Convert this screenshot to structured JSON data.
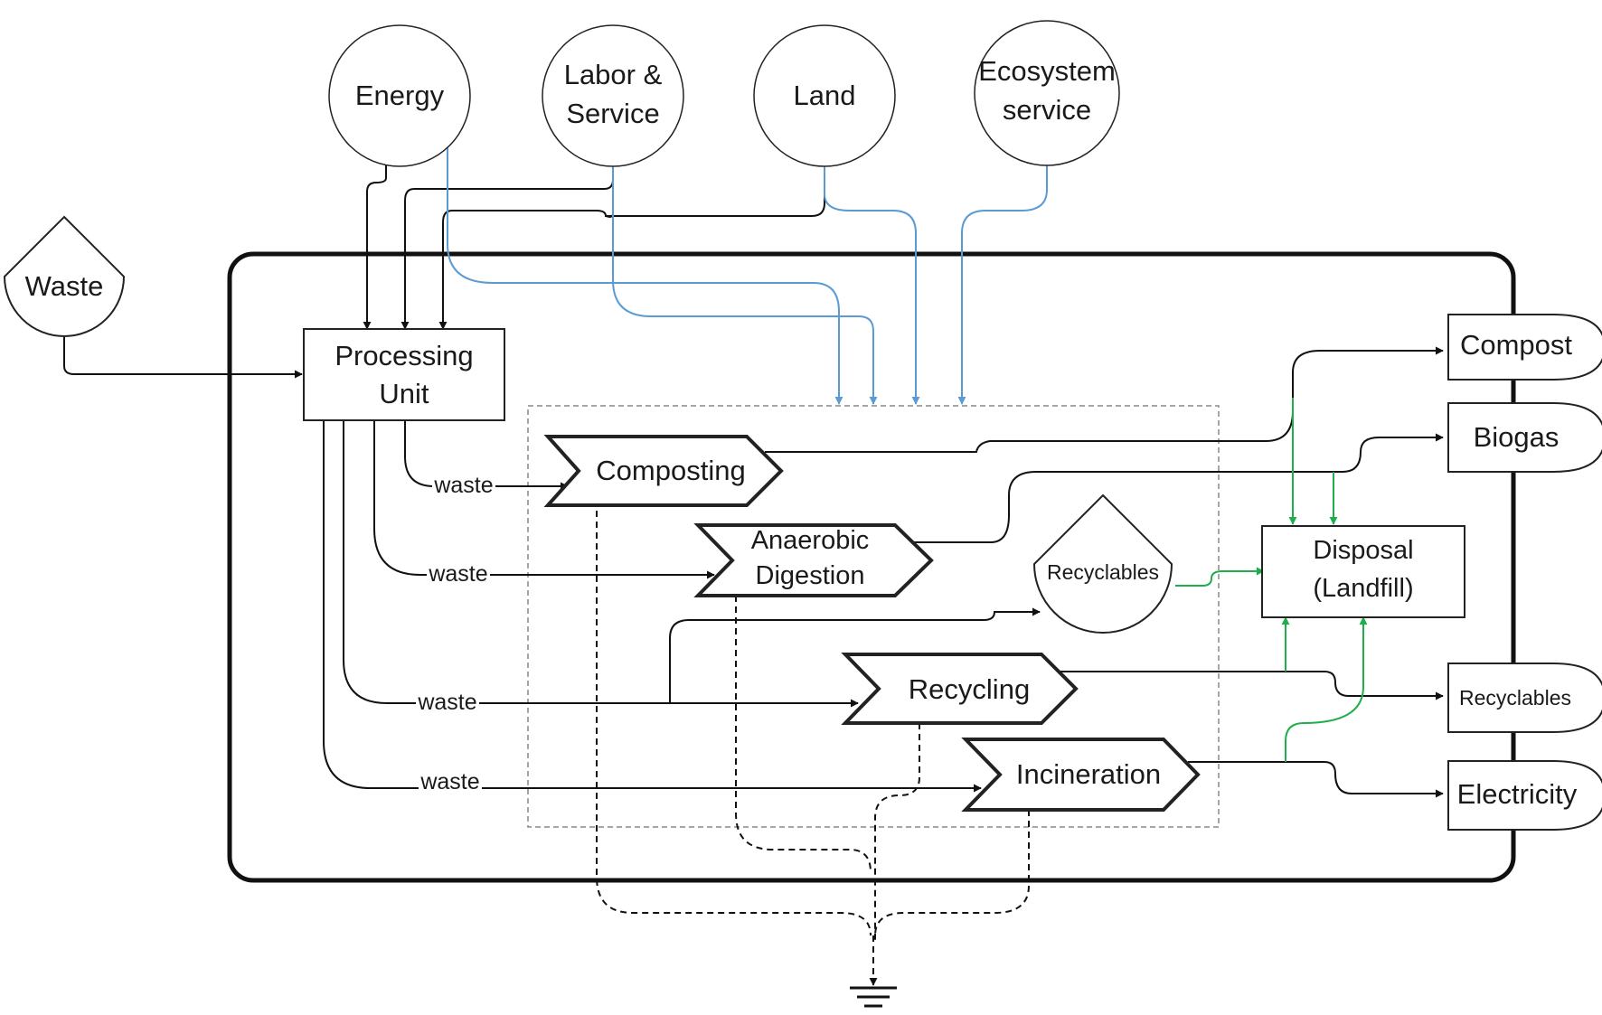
{
  "sources": {
    "energy": "Energy",
    "labor_line1": "Labor &",
    "labor_line2": "Service",
    "land": "Land",
    "eco_line1": "Ecosystem",
    "eco_line2": "service"
  },
  "input": {
    "waste": "Waste"
  },
  "processing_unit": {
    "line1": "Processing",
    "line2": "Unit"
  },
  "edge_label": "waste",
  "processes": {
    "composting": "Composting",
    "anaerobic_line1": "Anaerobic",
    "anaerobic_line2": "Digestion",
    "recycling": "Recycling",
    "incineration": "Incineration"
  },
  "storage": {
    "recyclables": "Recyclables"
  },
  "disposal": {
    "line1": "Disposal",
    "line2": "(Landfill)"
  },
  "outputs": {
    "compost": "Compost",
    "biogas": "Biogas",
    "recyclables": "Recyclables",
    "electricity": "Electricity"
  },
  "colors": {
    "flow": "#111111",
    "energy_flow": "#5b9bd5",
    "disposal_flow": "#1fae4b"
  }
}
